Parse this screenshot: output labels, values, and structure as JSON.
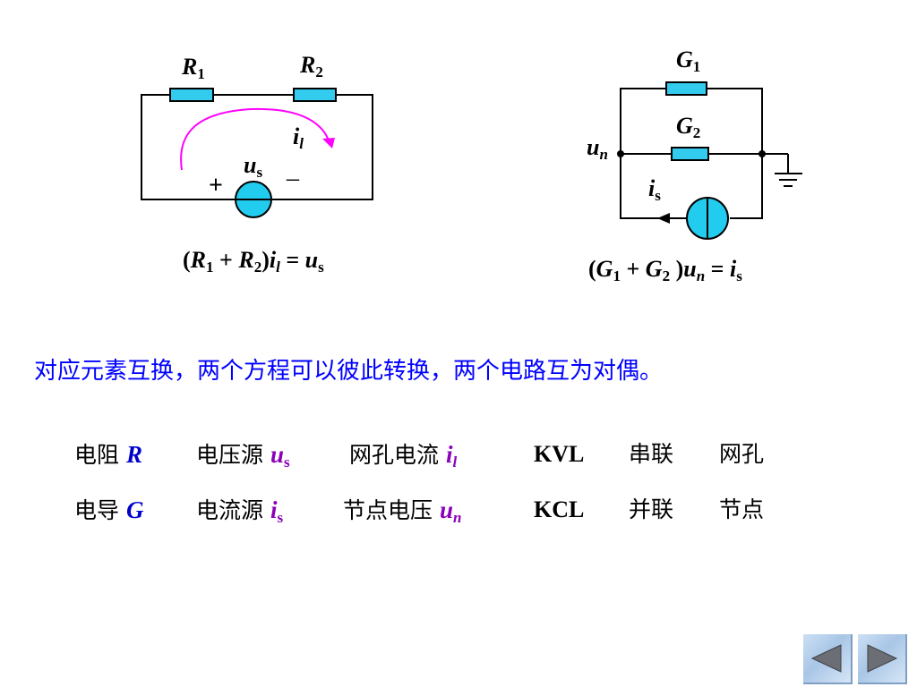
{
  "left_circuit": {
    "r1": {
      "base": "R",
      "sub": "1"
    },
    "r2": {
      "base": "R",
      "sub": "2"
    },
    "current": {
      "base": "i",
      "sub": "l"
    },
    "source": {
      "base": "u",
      "sub": "s"
    },
    "plus": "+",
    "minus": "–",
    "equation": {
      "open": "(",
      "r1": "R",
      "sub1": "1",
      "plus": " + ",
      "r2": "R",
      "sub2": "2",
      "close": ")",
      "i": "i",
      "isub": "l",
      "eq": " = ",
      "u": "u",
      "usub": "s"
    }
  },
  "right_circuit": {
    "g1": {
      "base": "G",
      "sub": "1"
    },
    "g2": {
      "base": "G",
      "sub": "2"
    },
    "node_voltage": {
      "base": "u",
      "sub": "n"
    },
    "source": {
      "base": "i",
      "sub": "s"
    },
    "equation": {
      "open": "(",
      "g1": "G",
      "sub1": "1",
      "plus": " + ",
      "g2": "G",
      "sub2": "2",
      "close": " )",
      "u": "u",
      "usub": "n",
      "eq": " = ",
      "i": "i",
      "isub": "s"
    }
  },
  "statement": "对应元素互换，两个方程可以彼此转换，两个电路互为对偶。",
  "duality_rows": [
    {
      "element_label": "电阻",
      "element_var": "R",
      "source_label": "电压源",
      "source_var": "u",
      "source_sub": "s",
      "variable_label": "网孔电流",
      "variable_var": "i",
      "variable_sub": "l",
      "law": "KVL",
      "connection": "串联",
      "topology": "网孔"
    },
    {
      "element_label": "电导",
      "element_var": "G",
      "source_label": "电流源",
      "source_var": "i",
      "source_sub": "s",
      "variable_label": "节点电压",
      "variable_var": "u",
      "variable_sub": "n",
      "law": "KCL",
      "connection": "并联",
      "topology": "节点"
    }
  ],
  "colors": {
    "statement_text": "#0000ff",
    "element_var": "#0000cc",
    "source_var": "#8a00b8",
    "resistor_fill": "#33ccee",
    "source_fill": "#22ccee",
    "arc_arrow": "#ff00ff"
  },
  "nav": {
    "prev_icon": "triangle-left-icon",
    "next_icon": "triangle-right-icon"
  }
}
